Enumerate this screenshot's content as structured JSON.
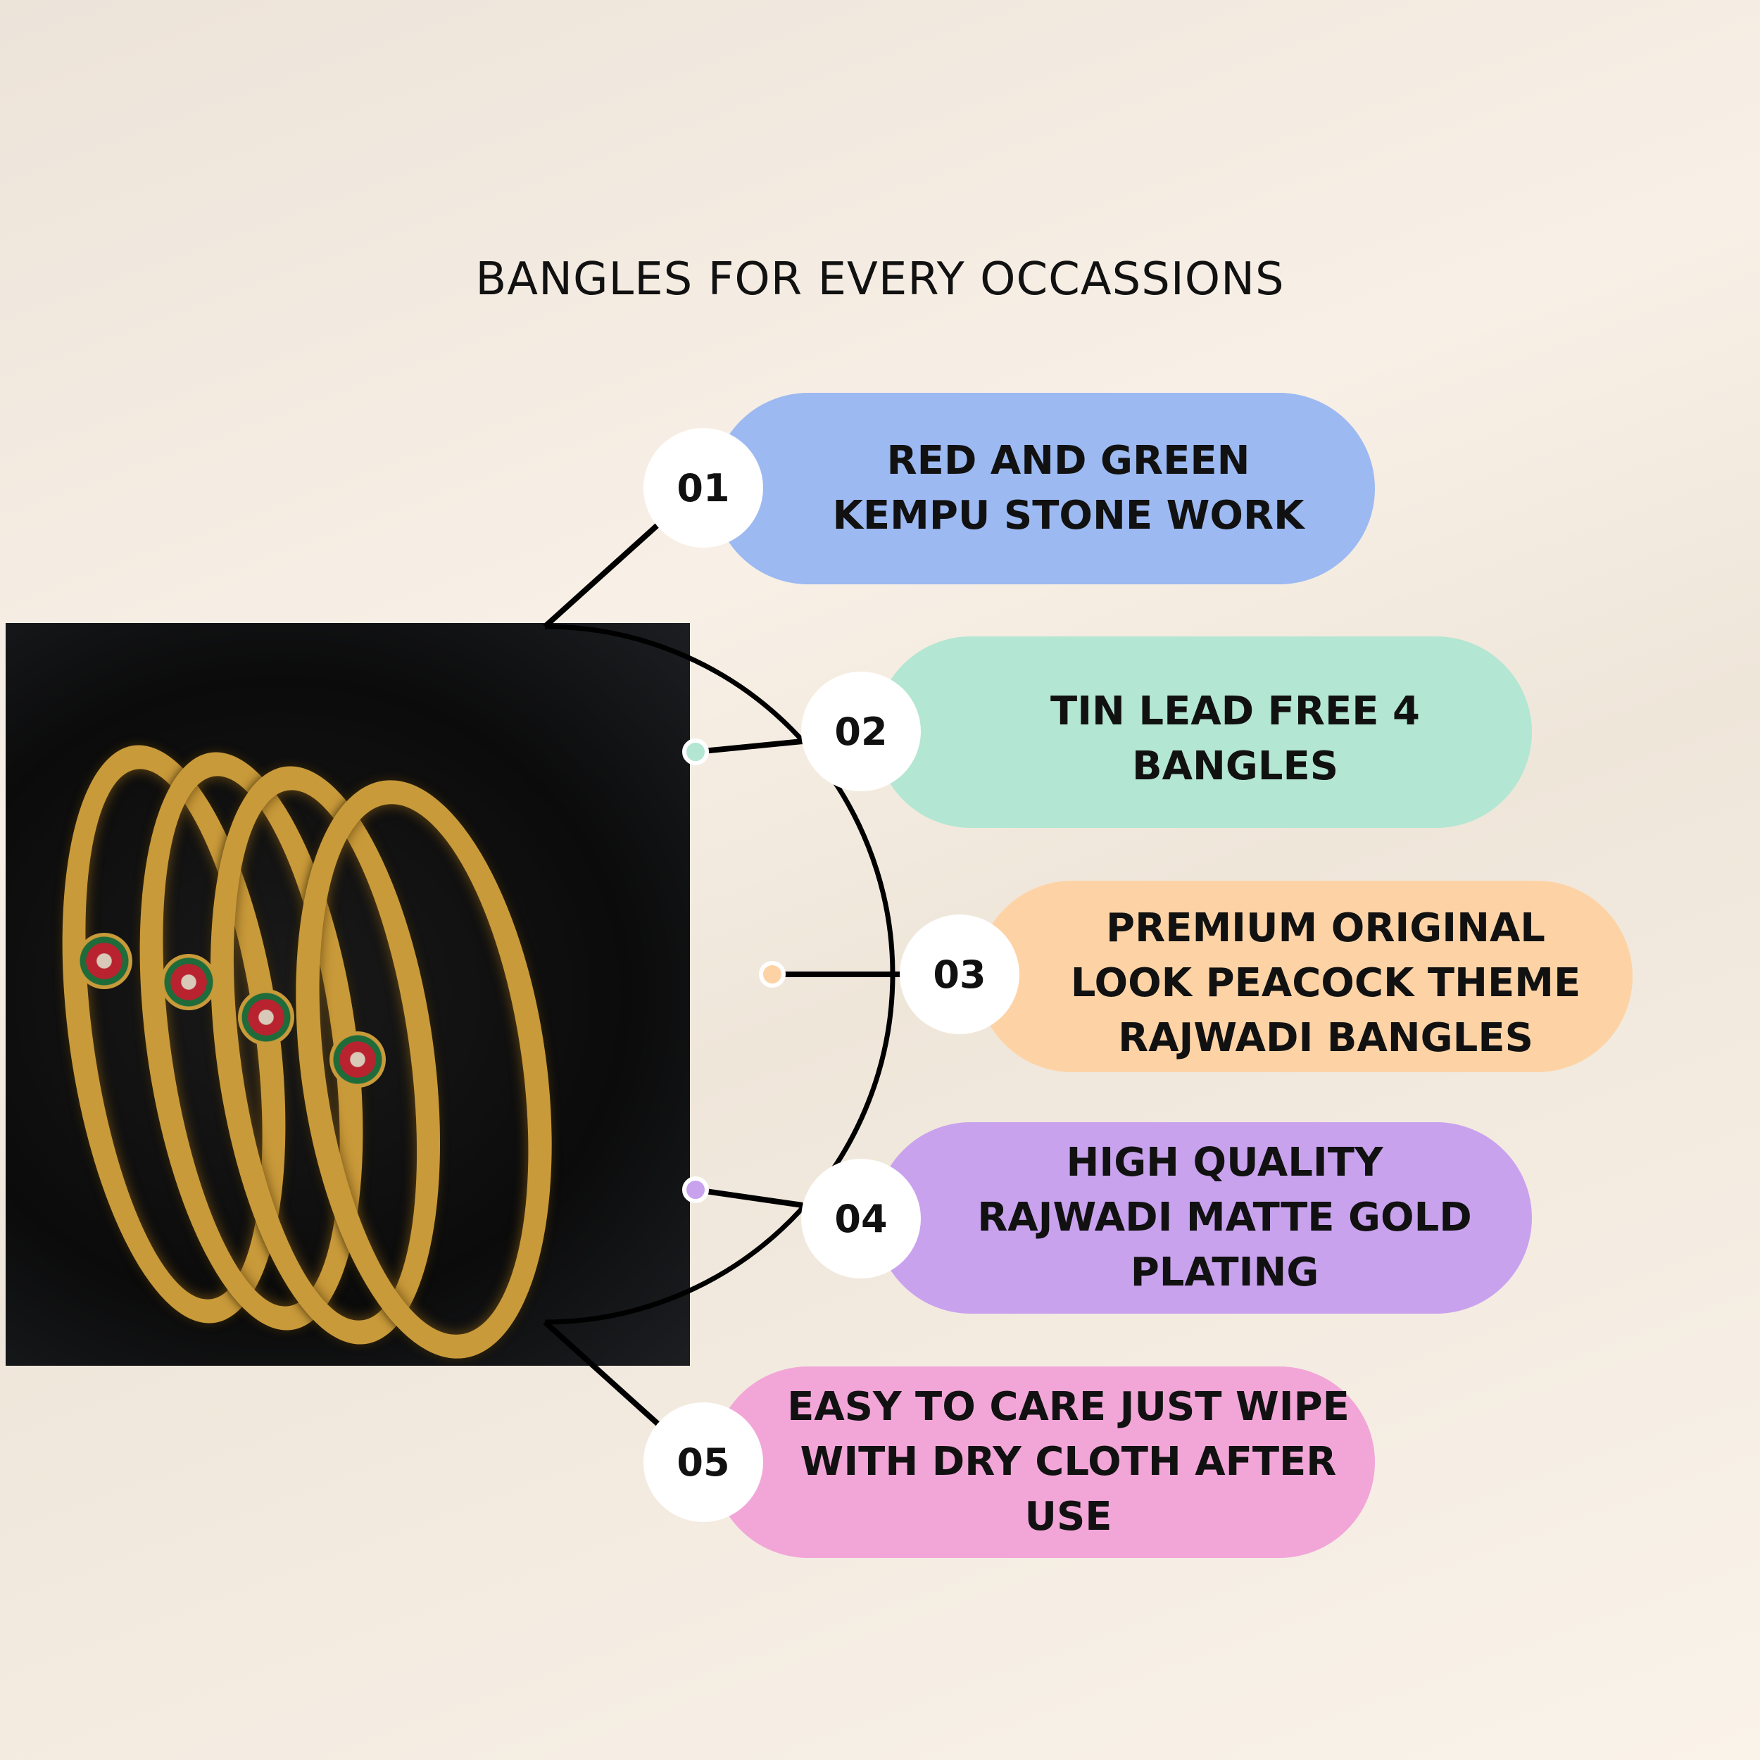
{
  "title": "BANGLES FOR EVERY OCCASSIONS",
  "features": [
    {
      "number": "01",
      "text": "RED AND GREEN KEMPU STONE WORK",
      "color": "#9cb9f1"
    },
    {
      "number": "02",
      "text": "TIN LEAD FREE 4 BANGLES",
      "color": "#b3e6d3"
    },
    {
      "number": "03",
      "text": "PREMIUM ORIGINAL LOOK PEACOCK THEME RAJWADI BANGLES",
      "color": "#fdd3a6"
    },
    {
      "number": "04",
      "text": "HIGH QUALITY  RAJWADI MATTE GOLD PLATING",
      "color": "#c9a2ee"
    },
    {
      "number": "05",
      "text": "EASY TO CARE JUST WIPE WITH DRY CLOTH AFTER USE",
      "color": "#f2a6d8"
    }
  ]
}
